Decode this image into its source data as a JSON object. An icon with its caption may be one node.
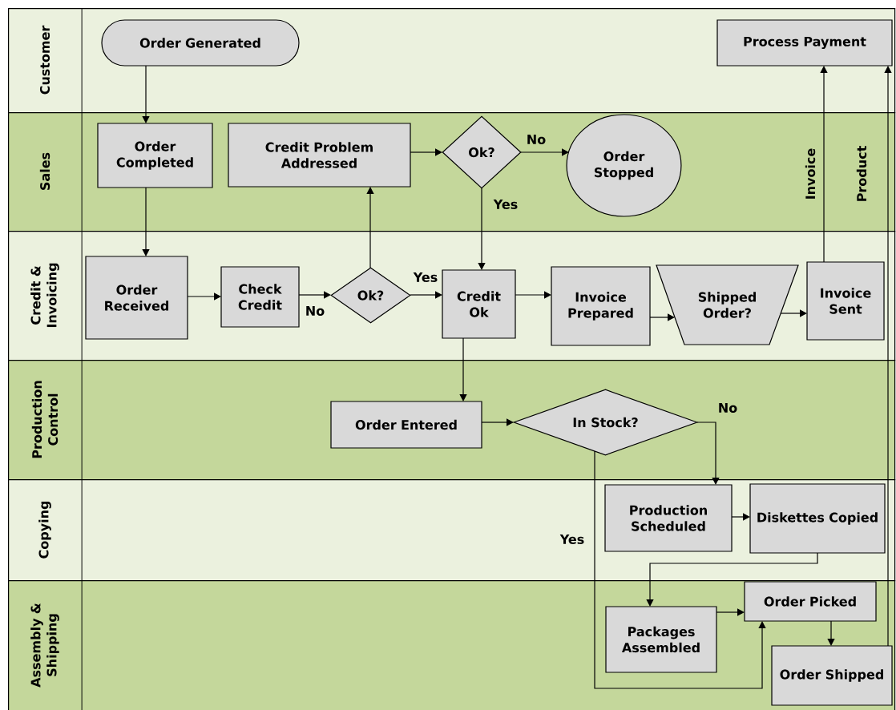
{
  "diagram": {
    "nodes": [
      {
        "text": [
          "Customer"
        ]
      },
      {
        "text": [
          "Sales"
        ]
      },
      {
        "text": [
          "Credit & Invoicing"
        ]
      },
      {
        "text": [
          "Production Control"
        ]
      },
      {
        "text": [
          "Copying"
        ]
      },
      {
        "text": [
          "Assembly & Shipping"
        ]
      },
      {
        "text": [
          "Order Generated"
        ],
        "in": 0
      },
      {
        "text": [
          "Order Completed"
        ],
        "in": 1
      },
      {
        "text": [
          "Credit Problem Addressed"
        ],
        "in": 1
      },
      {
        "text": [
          "Ok?"
        ],
        "in": 1
      },
      {
        "text": [
          "Order Stopped"
        ],
        "in": 1
      },
      {
        "text": [
          "Order Received"
        ],
        "in": 2
      },
      {
        "text": [
          "Check Credit"
        ],
        "in": 2
      },
      {
        "text": [
          "Ok?"
        ],
        "in": 2
      },
      {
        "text": [
          "Credit Ok"
        ],
        "in": 2
      },
      {
        "text": [
          "Invoice Prepared"
        ],
        "in": 2
      },
      {
        "text": [
          "Shipped Order?"
        ],
        "in": 2
      },
      {
        "text": [
          "Invoice Sent"
        ],
        "in": 2
      },
      {
        "text": [
          "Process Payment"
        ],
        "in": 0
      },
      {
        "text": [
          "Order Entered"
        ],
        "in": 3
      },
      {
        "text": [
          "In Stock?"
        ],
        "in": 3
      },
      {
        "text": [
          "Production Scheduled"
        ],
        "in": 4
      },
      {
        "text": [
          "Diskettes Copied"
        ],
        "in": 4
      },
      {
        "text": [
          "Packages Assembled"
        ],
        "in": 5
      },
      {
        "text": [
          "Order Picked"
        ],
        "in": 5
      },
      {
        "text": [
          "Order Shipped"
        ],
        "in": 5
      }
    ],
    "edges": [
      {
        "from": 6,
        "to": 7,
        "arrow": "to"
      },
      {
        "from": 7,
        "to": 11,
        "arrow": "to"
      },
      {
        "from": 11,
        "to": 12,
        "arrow": "to"
      },
      {
        "from": 12,
        "to": 13,
        "arrow": "to",
        "label": "No"
      },
      {
        "from": 13,
        "to": 8,
        "arrow": "to"
      },
      {
        "from": 8,
        "to": 9,
        "arrow": "to"
      },
      {
        "from": 9,
        "to": 10,
        "arrow": "to",
        "label": "No"
      },
      {
        "from": 9,
        "to": 14,
        "arrow": "to",
        "label": "Yes"
      },
      {
        "from": 13,
        "to": 14,
        "arrow": "to",
        "label": "Yes"
      },
      {
        "from": 14,
        "to": 15,
        "arrow": "to"
      },
      {
        "from": 15,
        "to": 16,
        "arrow": "to"
      },
      {
        "from": 16,
        "to": 17,
        "arrow": "to"
      },
      {
        "from": 17,
        "to": 18,
        "arrow": "to",
        "label": "Invoice"
      },
      {
        "from": 25,
        "to": 18,
        "arrow": "to",
        "label": "Product"
      },
      {
        "from": 14,
        "to": 19,
        "arrow": "to"
      },
      {
        "from": 19,
        "to": 20,
        "arrow": "to"
      },
      {
        "from": 20,
        "to": 21,
        "arrow": "to",
        "label": "No"
      },
      {
        "from": 21,
        "to": 22,
        "arrow": "to"
      },
      {
        "from": 22,
        "to": 23,
        "arrow": "to"
      },
      {
        "from": 23,
        "to": 24,
        "arrow": "to"
      },
      {
        "from": 20,
        "to": 24,
        "arrow": "to",
        "label": "Yes"
      },
      {
        "from": 24,
        "to": 25,
        "arrow": "to"
      }
    ]
  }
}
